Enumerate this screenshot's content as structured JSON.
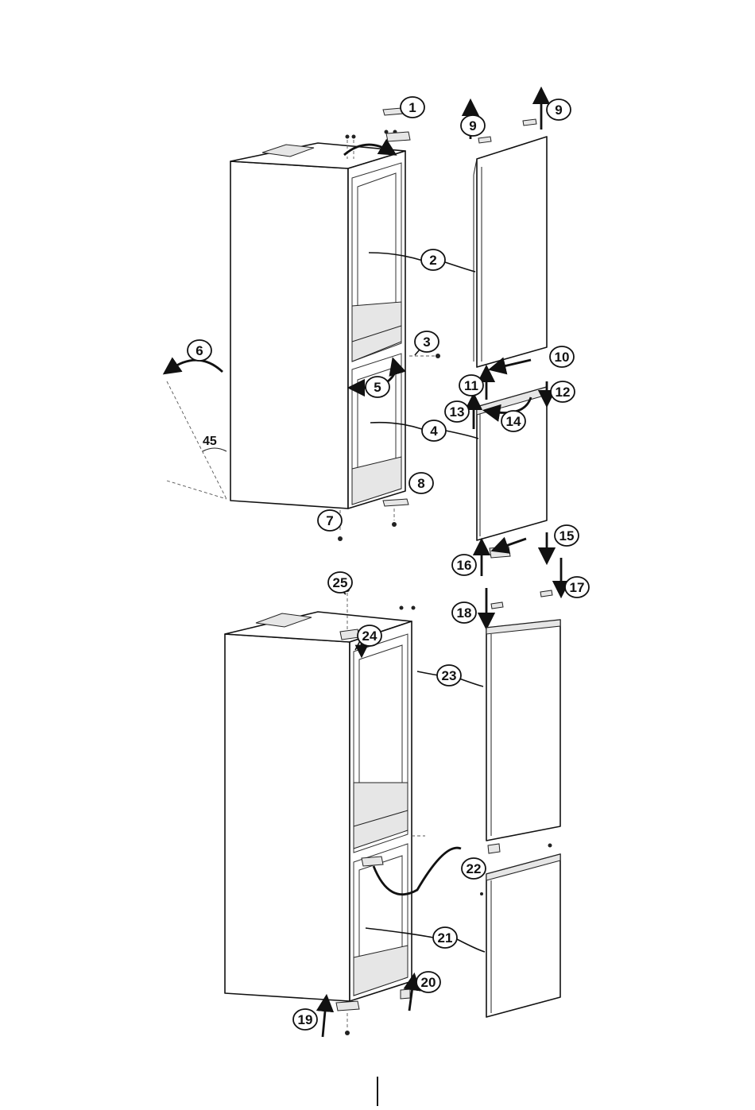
{
  "diagram": {
    "angle_label": "45",
    "callouts": [
      "1",
      "2",
      "3",
      "4",
      "5",
      "6",
      "7",
      "8",
      "9",
      "9",
      "10",
      "11",
      "12",
      "13",
      "14",
      "15",
      "16",
      "17",
      "18",
      "19",
      "20",
      "21",
      "22",
      "23",
      "24",
      "25"
    ]
  }
}
